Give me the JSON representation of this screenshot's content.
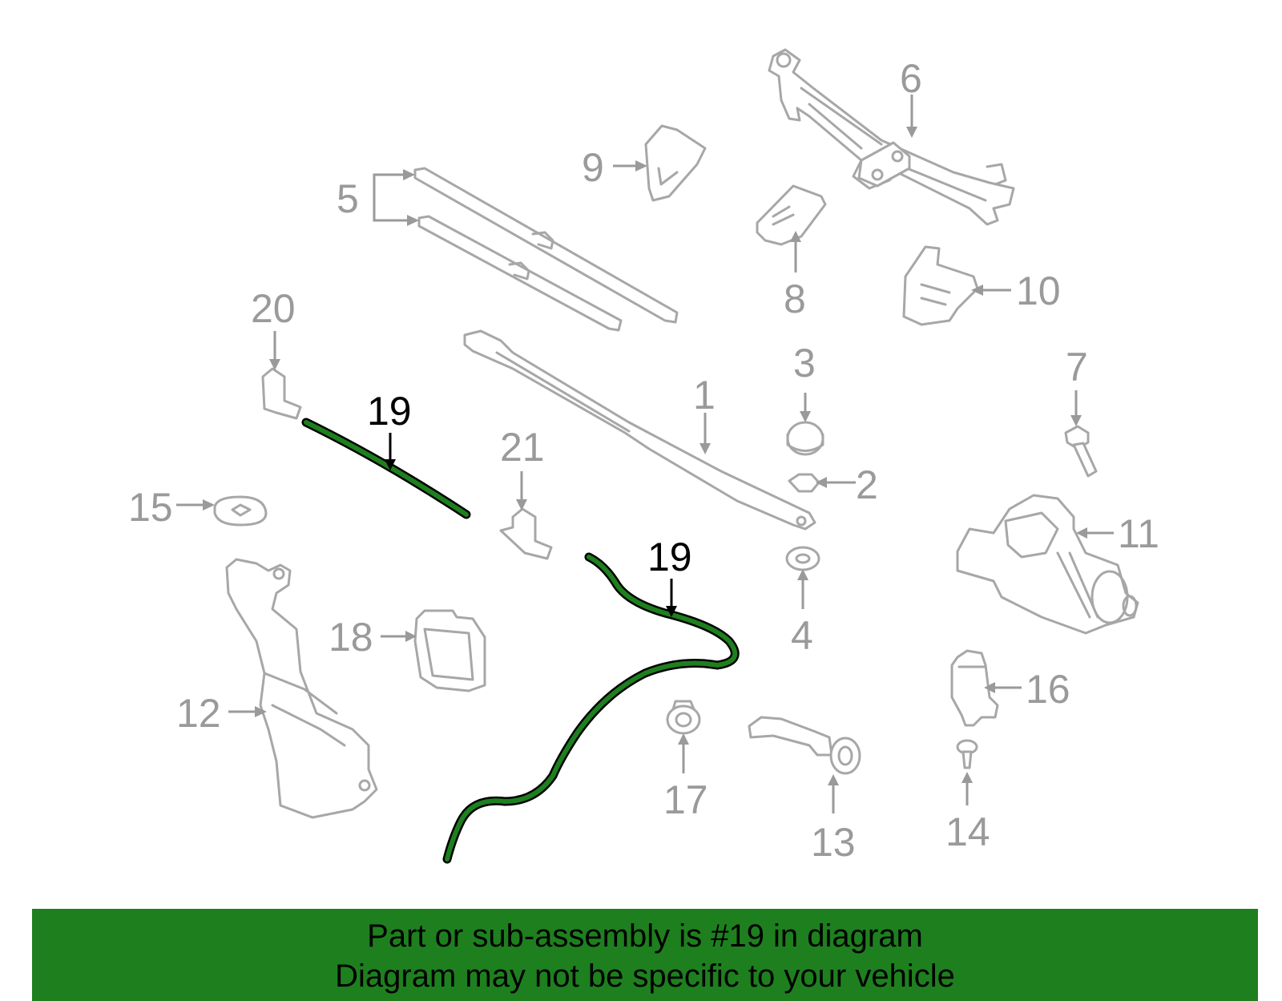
{
  "callouts": {
    "c1": "1",
    "c2": "2",
    "c3": "3",
    "c4": "4",
    "c5": "5",
    "c6": "6",
    "c7": "7",
    "c8": "8",
    "c9": "9",
    "c10": "10",
    "c11": "11",
    "c12": "12",
    "c13": "13",
    "c14": "14",
    "c15": "15",
    "c16": "16",
    "c17": "17",
    "c18": "18",
    "c19a": "19",
    "c19b": "19",
    "c20": "20",
    "c21": "21"
  },
  "highlight": {
    "part_number": "19",
    "color": "#1e7f1e"
  },
  "footer": {
    "line1": "Part or sub-assembly is #19 in diagram",
    "line2": "Diagram may not be specific to your vehicle",
    "background": "#1e7f1e"
  }
}
